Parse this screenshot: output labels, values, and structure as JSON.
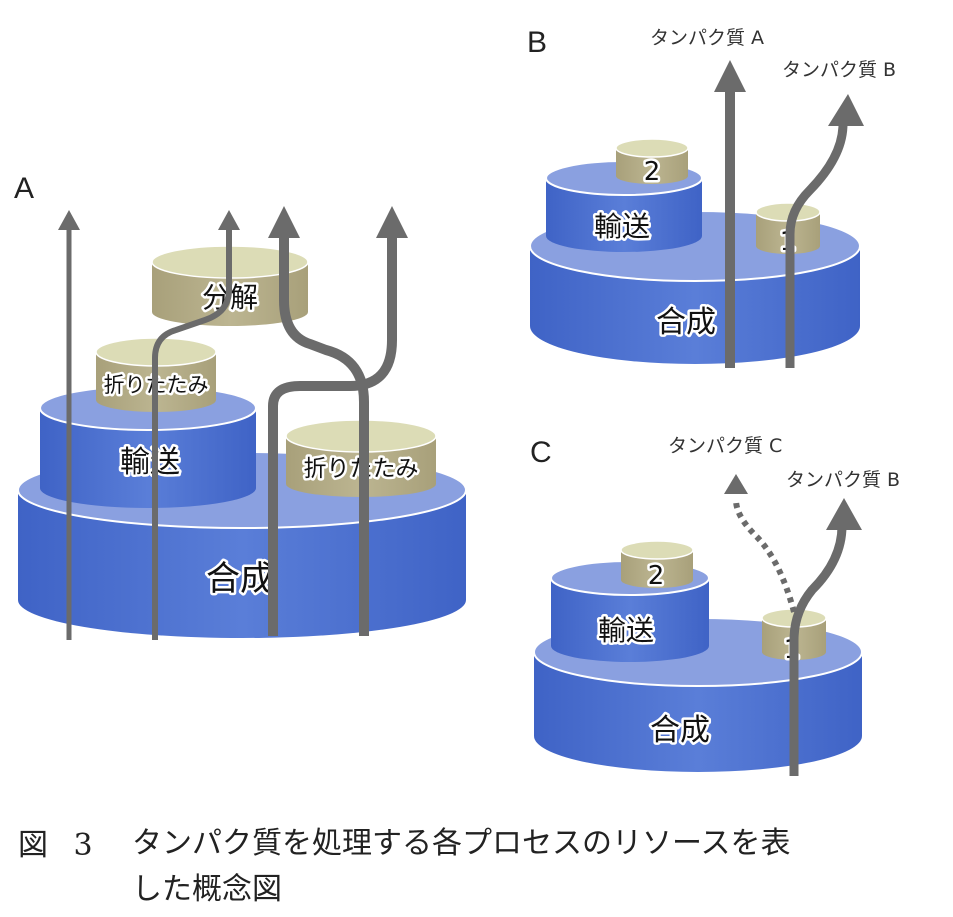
{
  "colors": {
    "blue_side": "#4a6fcf",
    "blue_side_dark": "#3d5fc0",
    "blue_top": "#7f98de",
    "tan_side": "#b3ac85",
    "tan_top": "#dcdcb6",
    "arrow": "#6b6b6b"
  },
  "panels": {
    "A": {
      "letter": "A",
      "synthesis": "合成",
      "transport": "輸送",
      "folding_left": "折りたたみ",
      "folding_right": "折りたたみ",
      "degradation": "分解"
    },
    "B": {
      "letter": "B",
      "synthesis": "合成",
      "transport": "輸送",
      "resource_1": "1",
      "resource_2": "2",
      "protein_a": "タンパク質 A",
      "protein_b": "タンパク質 B"
    },
    "C": {
      "letter": "C",
      "synthesis": "合成",
      "transport": "輸送",
      "resource_1": "1",
      "resource_2": "2",
      "protein_c": "タンパク質 C",
      "protein_b": "タンパク質 B"
    }
  },
  "caption": {
    "figure_number": "図 3",
    "text_line1": "タンパク質を処理する各プロセスのリソースを表",
    "text_line2": "した概念図"
  }
}
